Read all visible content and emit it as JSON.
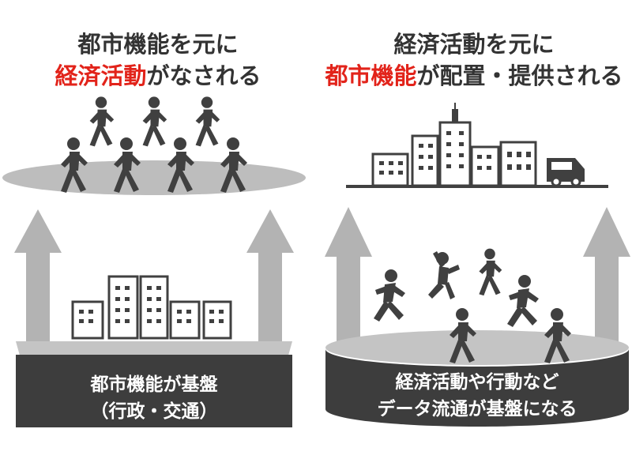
{
  "left_panel": {
    "title_line1": "都市機能を元に",
    "title_highlight": "経済活動",
    "title_rest": "がなされる",
    "base_line1": "都市機能が基盤",
    "base_line2": "（行政・交通）"
  },
  "right_panel": {
    "title_line1": "経済活動を元に",
    "title_highlight": "都市機能",
    "title_rest": "が配置・提供される",
    "base_line1": "経済活動や行動など",
    "base_line2": "データ流通が基盤になる"
  },
  "colors": {
    "accent_red": "#e2231a",
    "text_dark": "#333333",
    "base_dark": "#3d3d3d",
    "arrow_gray": "#b3b3b3",
    "ellipse_gray": "#bdbdbd",
    "figure_dark": "#404040"
  },
  "icons": [
    "person-walking-icon",
    "building-icon",
    "delivery-van-icon",
    "up-arrow-icon"
  ]
}
